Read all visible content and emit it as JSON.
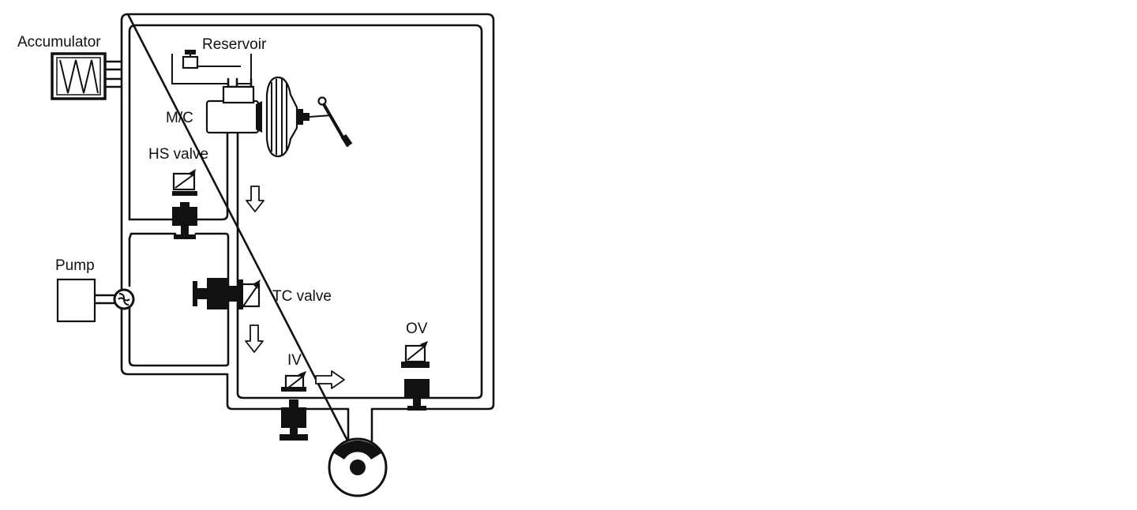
{
  "labels": {
    "accumulator": "Accumulator",
    "reservoir": "Reservoir",
    "mc": "M/C",
    "hs_valve": "HS valve",
    "pump": "Pump",
    "tc_valve": "TC valve",
    "iv": "IV",
    "ov": "OV"
  },
  "colors": {
    "ink": "#111111",
    "background": "#ffffff"
  }
}
